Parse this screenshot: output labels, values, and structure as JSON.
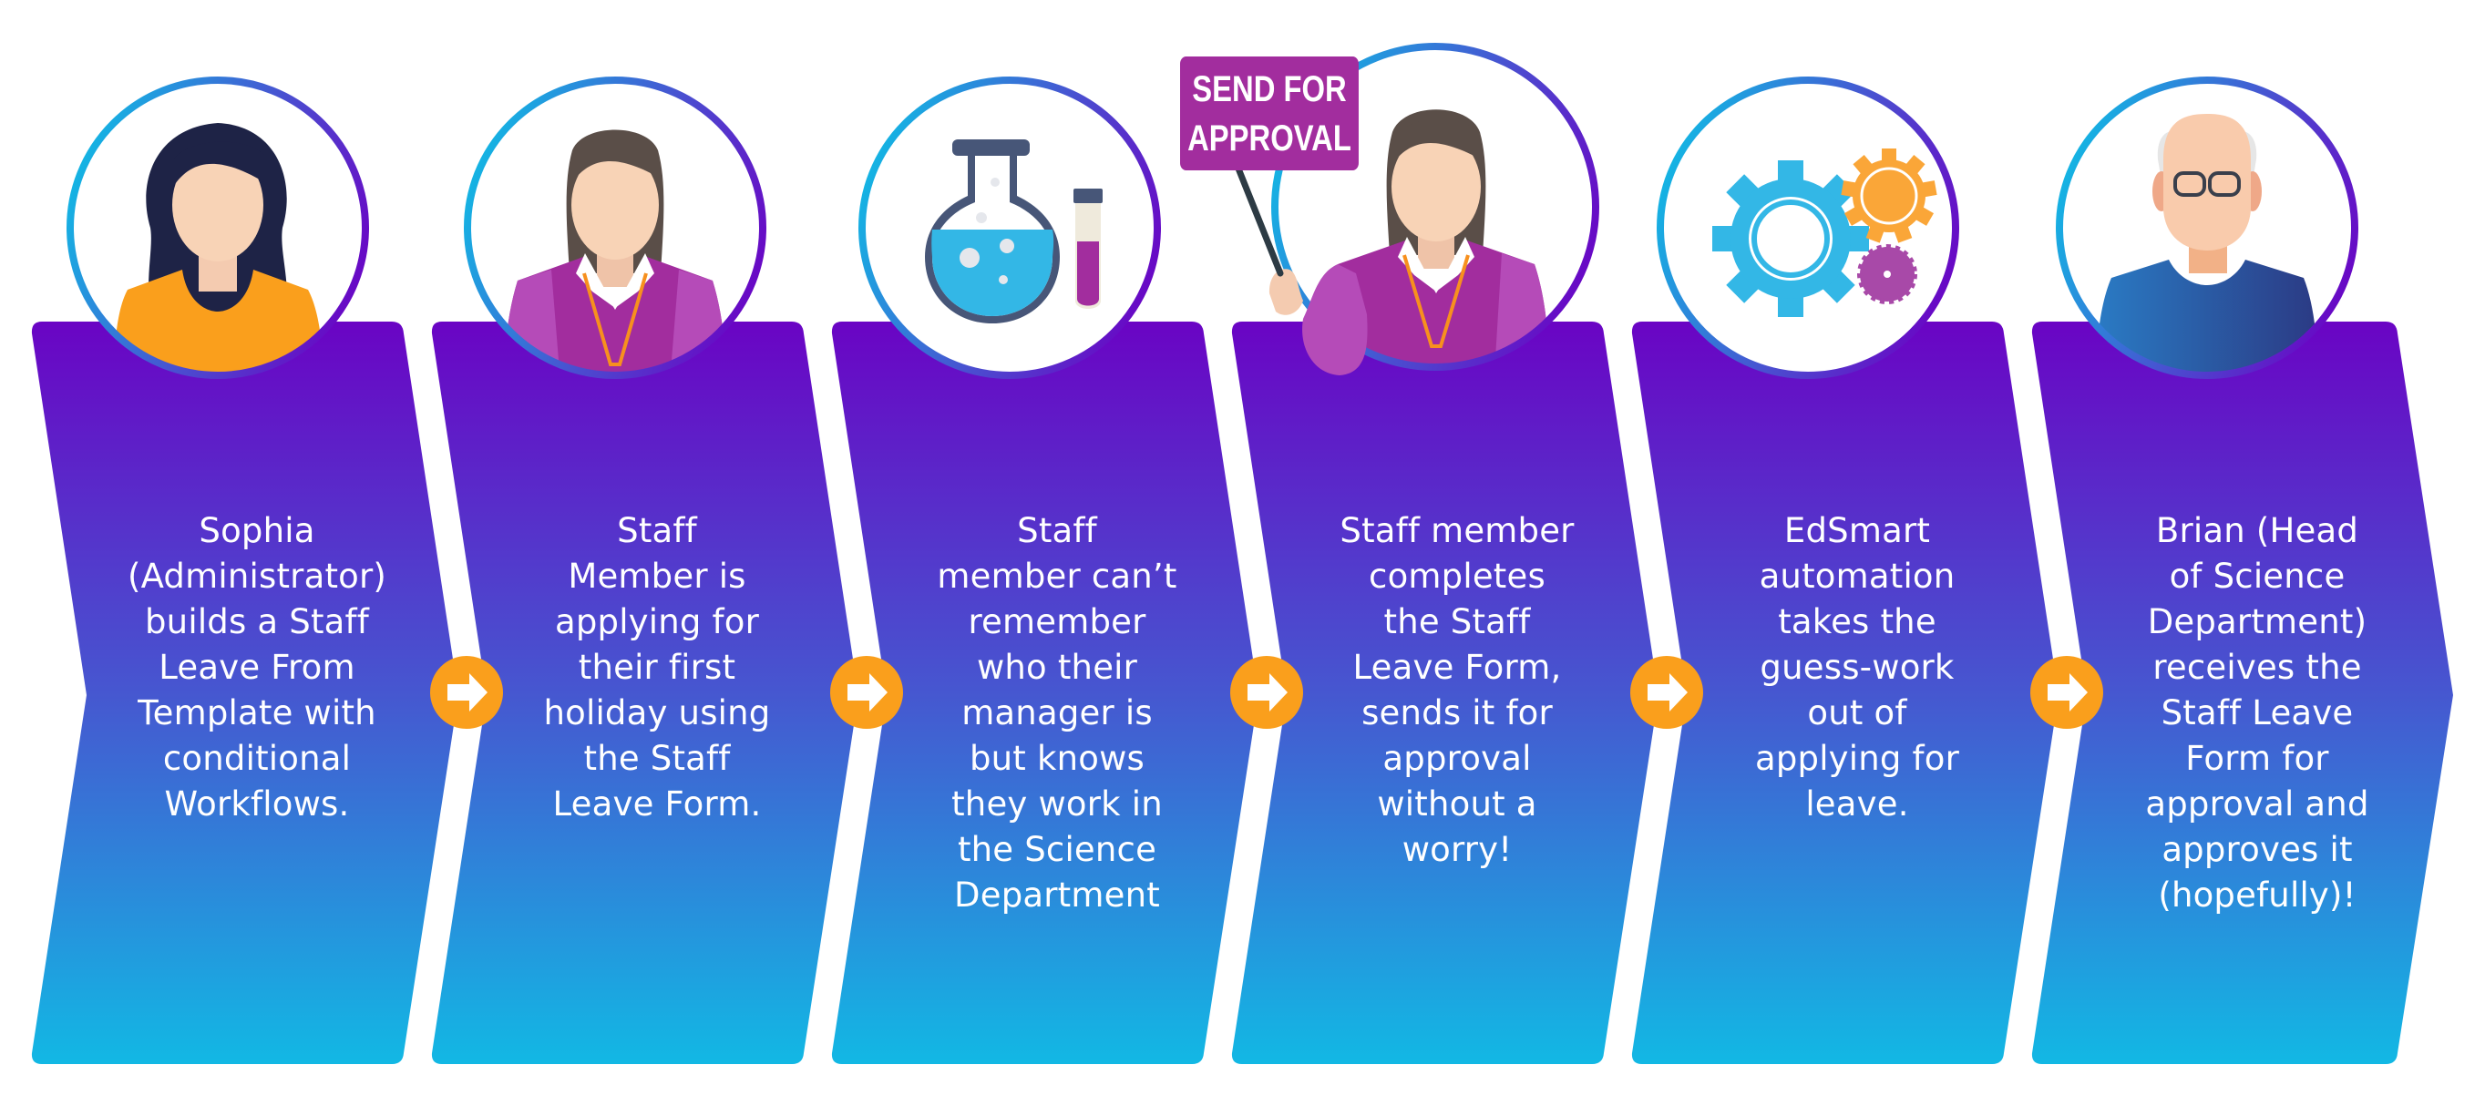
{
  "diagram": {
    "type": "process-flow",
    "colors": {
      "panel_top": "#6a04c4",
      "panel_bottom": "#12b8e4",
      "arrow_circle": "#fa9f1c",
      "ring_start": "#12b8e4",
      "ring_end": "#6a04c4",
      "sign": "#a22d9e"
    },
    "steps": [
      {
        "icon": "woman-administrator-avatar-icon",
        "text": "Sophia\n(Administrator)\nbuilds a Staff\nLeave From\nTemplate with\nconditional\nWorkflows."
      },
      {
        "icon": "woman-staff-member-avatar-icon",
        "text": "Staff\nMember is\napplying for\ntheir first\nholiday using\nthe Staff\nLeave Form."
      },
      {
        "icon": "science-flask-icon",
        "text": "Staff\nmember can’t\nremember\nwho their\nmanager is\nbut knows\nthey work in\nthe Science\nDepartment"
      },
      {
        "icon": "woman-presenting-sign-icon",
        "sign_text": "SEND FOR\nAPPROVAL",
        "text": "Staff member\ncompletes\nthe Staff\nLeave Form,\nsends it for\napproval\nwithout a\nworry!"
      },
      {
        "icon": "gears-automation-icon",
        "text": "EdSmart\nautomation\ntakes the\nguess-work\nout of\napplying for\nleave."
      },
      {
        "icon": "man-head-of-department-avatar-icon",
        "text": "Brian (Head\nof Science\nDepartment)\nreceives the\nStaff Leave\nForm for\napproval and\napproves it\n(hopefully)!"
      }
    ],
    "connectors": [
      {
        "icon": "arrow-right-icon"
      },
      {
        "icon": "arrow-right-icon"
      },
      {
        "icon": "arrow-right-icon"
      },
      {
        "icon": "arrow-right-icon"
      },
      {
        "icon": "arrow-right-icon"
      }
    ]
  }
}
